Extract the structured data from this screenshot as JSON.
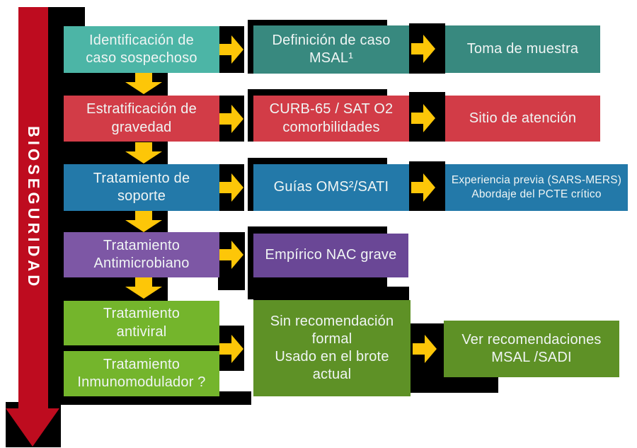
{
  "title": "BIOSEGURIDAD",
  "colors": {
    "biosecurity_red": "#be0c1f",
    "shadow": "#000000",
    "text": "#f0f5f4",
    "arrow_yellow": "#fdc608",
    "teal_light": "#4cb5a6",
    "teal_dark": "#38897f",
    "red": "#d23c47",
    "blue": "#2379a9",
    "purple_light": "#7d57a5",
    "purple_dark": "#6a4796",
    "green_light": "#74b52c",
    "green_dark": "#5e9126"
  },
  "rows": [
    {
      "step": "Identificación de\ncaso sospechoso",
      "detail": "Definición de caso\nMSAL¹",
      "outcome": "Toma de muestra"
    },
    {
      "step": "Estratificación de\ngravedad",
      "detail": "CURB-65 / SAT O2\ncomorbilidades",
      "outcome": "Sitio de atención"
    },
    {
      "step": "Tratamiento de\nsoporte",
      "detail": "Guías OMS²/SATI",
      "outcome": "Experiencia previa (SARS-MERS)\nAbordaje del PCTE crítico"
    },
    {
      "step": "Tratamiento\nAntimicrobiano",
      "detail": "Empírico NAC grave"
    },
    {
      "step": "Tratamiento\nantiviral",
      "step2": "Tratamiento\nInmunomodulador ?",
      "detail": "Sin recomendación\nformal\nUsado en el brote\nactual",
      "outcome": "Ver recomendaciones\nMSAL /SADI"
    }
  ]
}
